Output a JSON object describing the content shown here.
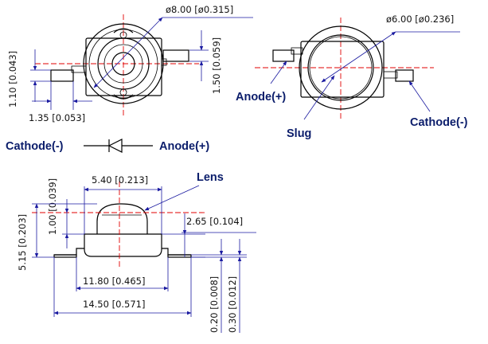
{
  "top_left_view": {
    "dia_outer": "ø8.00 [ø0.315]",
    "dim_150": "1.50 [0.059]",
    "dim_110": "1.10 [0.043]",
    "dim_135": "1.35 [0.053]"
  },
  "top_right_view": {
    "dia_slug": "ø6.00 [ø0.236]",
    "anode_label": "Anode(+)",
    "slug_label": "Slug",
    "cathode_label": "Cathode(-)"
  },
  "symbol": {
    "cathode_label": "Cathode(-)",
    "anode_label": "Anode(+)"
  },
  "side_view": {
    "lens_label": "Lens",
    "dim_540": "5.40 [0.213]",
    "dim_100": "1.00 [0.039]",
    "dim_515": "5.15 [0.203]",
    "dim_265": "2.65 [0.104]",
    "dim_1180": "11.80 [0.465]",
    "dim_1450": "14.50 [0.571]",
    "dim_020": "0.20 [0.008]",
    "dim_030": "0.30 [0.012]"
  }
}
